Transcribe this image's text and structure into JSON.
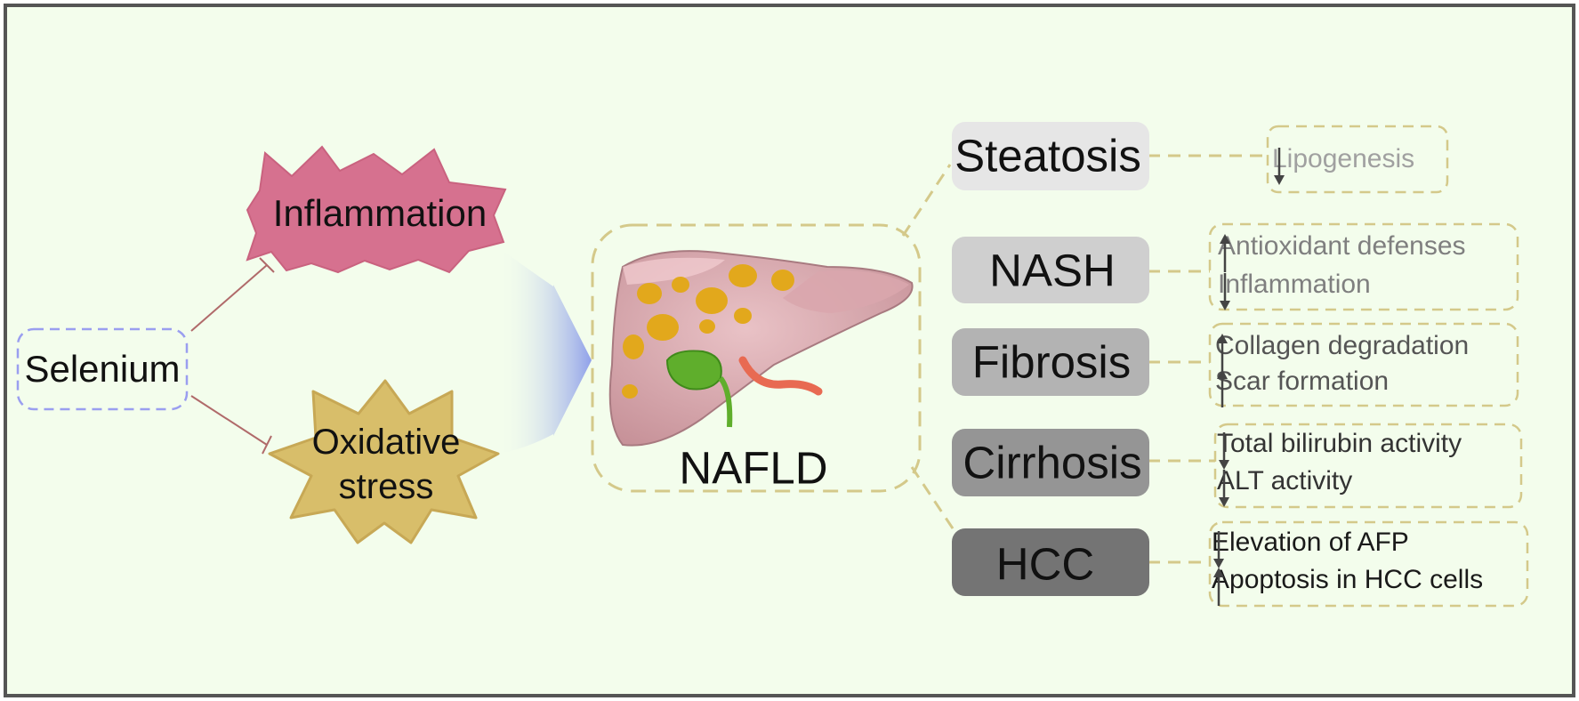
{
  "colors": {
    "background": "#f3fdec",
    "frame": "#555555",
    "dash_gold": "#d4c98a",
    "selenium_border": "#9a9ef0",
    "inflammation_fill": "#d6718f",
    "oxidative_fill": "#d8be6a",
    "inhibit_line": "#b06a6a"
  },
  "selenium": {
    "label": "Selenium"
  },
  "factors": {
    "inflammation": {
      "label": "Inflammation"
    },
    "oxidative": {
      "label_line1": "Oxidative",
      "label_line2": "stress"
    }
  },
  "center": {
    "label": "NAFLD",
    "icon": "liver-icon"
  },
  "stages": [
    {
      "label": "Steatosis",
      "fill": "#e6e6e6",
      "effects": [
        {
          "text": "Lipogenesis",
          "dir": "down",
          "color": "#a0a0a0"
        }
      ]
    },
    {
      "label": "NASH",
      "fill": "#cfcfcf",
      "effects": [
        {
          "text": "Antioxidant defenses",
          "dir": "up",
          "color": "#7f7f7f"
        },
        {
          "text": "Inflammation",
          "dir": "down",
          "color": "#7f7f7f"
        }
      ]
    },
    {
      "label": "Fibrosis",
      "fill": "#b3b3b3",
      "effects": [
        {
          "text": "Collagen degradation",
          "dir": "up",
          "color": "#555555"
        },
        {
          "text": "Scar formation",
          "dir": "up",
          "color": "#555555"
        }
      ]
    },
    {
      "label": "Cirrhosis",
      "fill": "#959595",
      "effects": [
        {
          "text": "Total bilirubin activity",
          "dir": "down",
          "color": "#333333"
        },
        {
          "text": "ALT activity",
          "dir": "down",
          "color": "#333333"
        }
      ]
    },
    {
      "label": "HCC",
      "fill": "#747474",
      "effects": [
        {
          "text": "Elevation of AFP",
          "dir": "down",
          "color": "#1a1a1a"
        },
        {
          "text": "Apoptosis in HCC cells",
          "dir": "up",
          "color": "#1a1a1a"
        }
      ]
    }
  ]
}
